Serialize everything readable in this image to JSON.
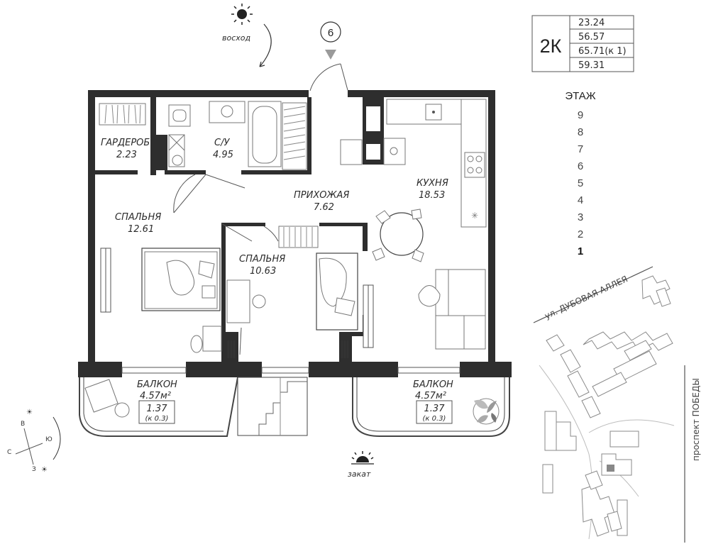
{
  "compass_top": {
    "label": "восход"
  },
  "compass_bottom": {
    "label": "закат"
  },
  "entrance": {
    "number": "6"
  },
  "summary": {
    "type_label": "2К",
    "areas": [
      "23.24",
      "56.57",
      "65.71(к 1)",
      "59.31"
    ]
  },
  "floors": {
    "title": "ЭТАЖ",
    "items": [
      "9",
      "8",
      "7",
      "6",
      "5",
      "4",
      "3",
      "2",
      "1"
    ],
    "current": "1"
  },
  "rooms": {
    "wardrobe": {
      "name": "ГАРДЕРОБ",
      "area": "2.23"
    },
    "bathroom": {
      "name": "С/У",
      "area": "4.95"
    },
    "hallway": {
      "name": "ПРИХОЖАЯ",
      "area": "7.62"
    },
    "kitchen": {
      "name": "КУХНЯ",
      "area": "18.53"
    },
    "bedroom1": {
      "name": "СПАЛЬНЯ",
      "area": "12.61"
    },
    "bedroom2": {
      "name": "СПАЛЬНЯ",
      "area": "10.63"
    },
    "balcony_left": {
      "name": "БАЛКОН",
      "area": "4.57м²",
      "coef_area": "1.37",
      "coef": "(к 0.3)"
    },
    "balcony_right": {
      "name": "БАЛКОН",
      "area": "4.57м²",
      "coef_area": "1.37",
      "coef": "(к 0.3)"
    }
  },
  "directions": {
    "north": "С",
    "east": "В",
    "south": "Ю",
    "west": "З"
  },
  "map": {
    "street1": "ул. ДУБОВАЯ АЛЛЕЯ",
    "street2": "проспект ПОБЕДЫ"
  }
}
